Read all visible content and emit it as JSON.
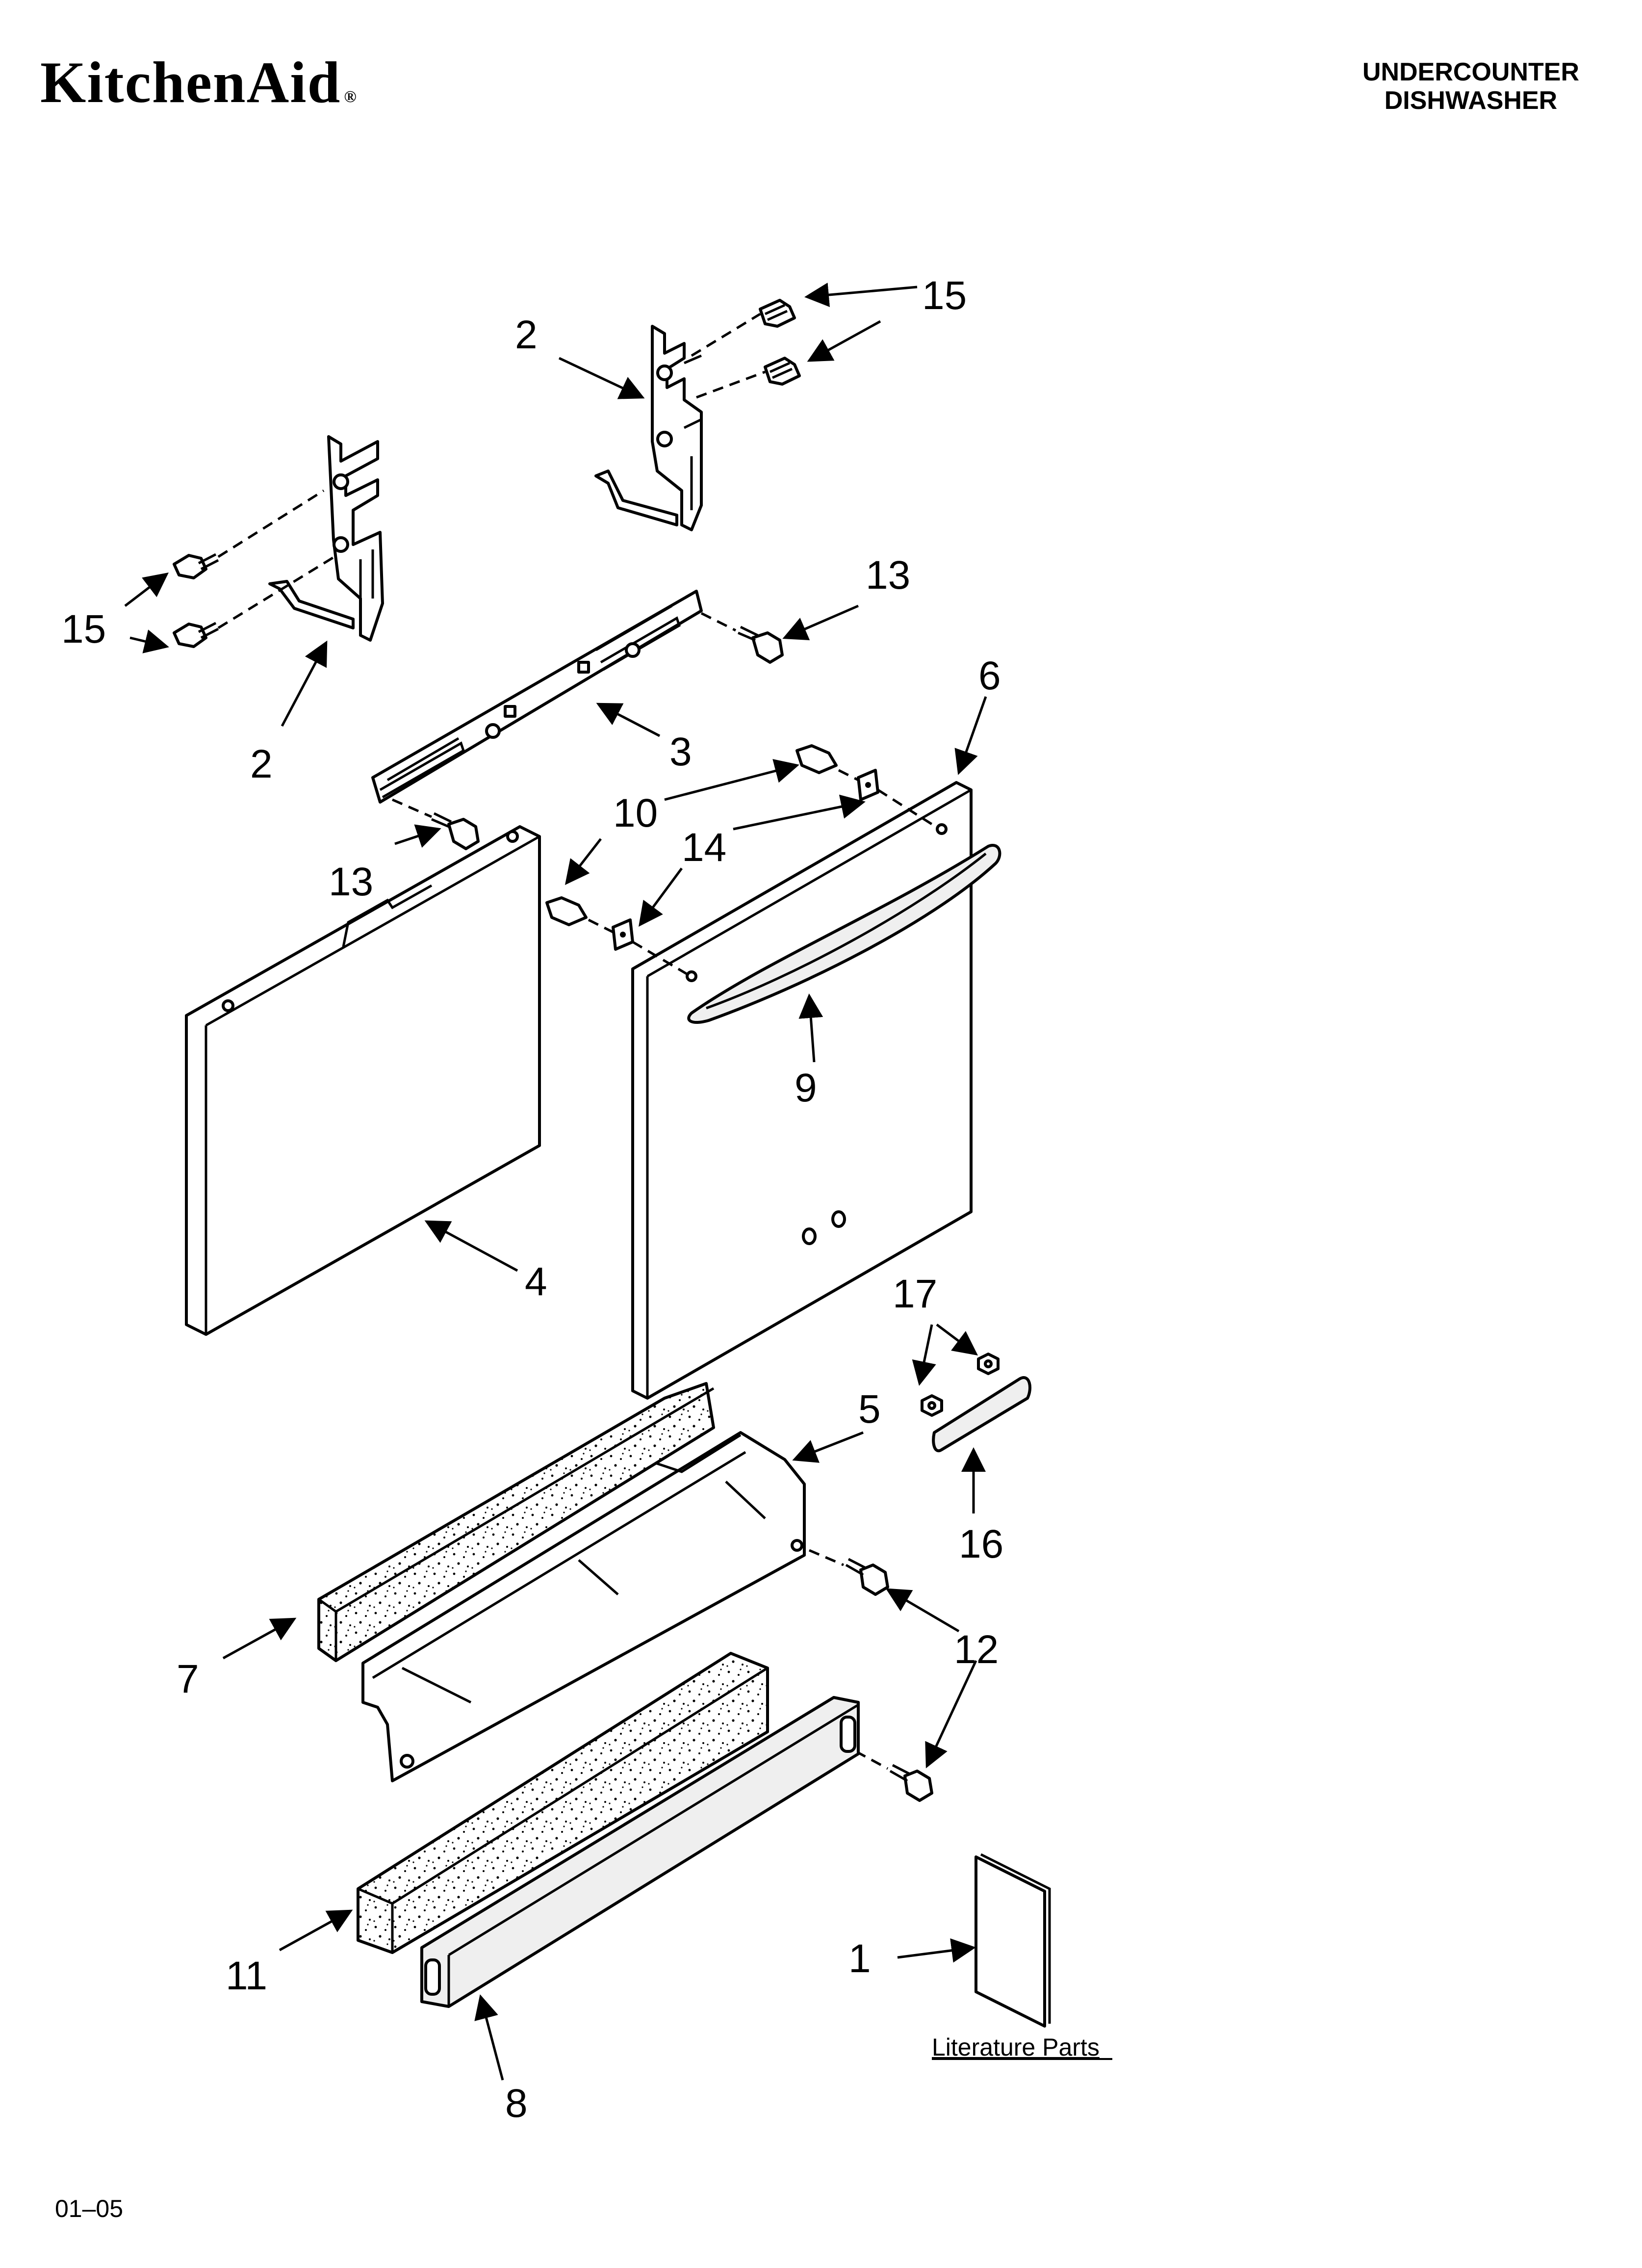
{
  "header": {
    "brand": "KitchenAid",
    "product_line1": "UNDERCOUNTER",
    "product_line2": "DISHWASHER"
  },
  "callouts": {
    "c2_top": "2",
    "c2_left": "2",
    "c15_top": "15",
    "c15_left": "15",
    "c13_right": "13",
    "c13_left": "13",
    "c3": "3",
    "c6": "6",
    "c10": "10",
    "c14": "14",
    "c9": "9",
    "c4": "4",
    "c17": "17",
    "c5": "5",
    "c16": "16",
    "c12": "12",
    "c7": "7",
    "c11": "11",
    "c1": "1",
    "c8": "8"
  },
  "literature_label": "Literature Parts",
  "footer": {
    "code": "01–05"
  }
}
